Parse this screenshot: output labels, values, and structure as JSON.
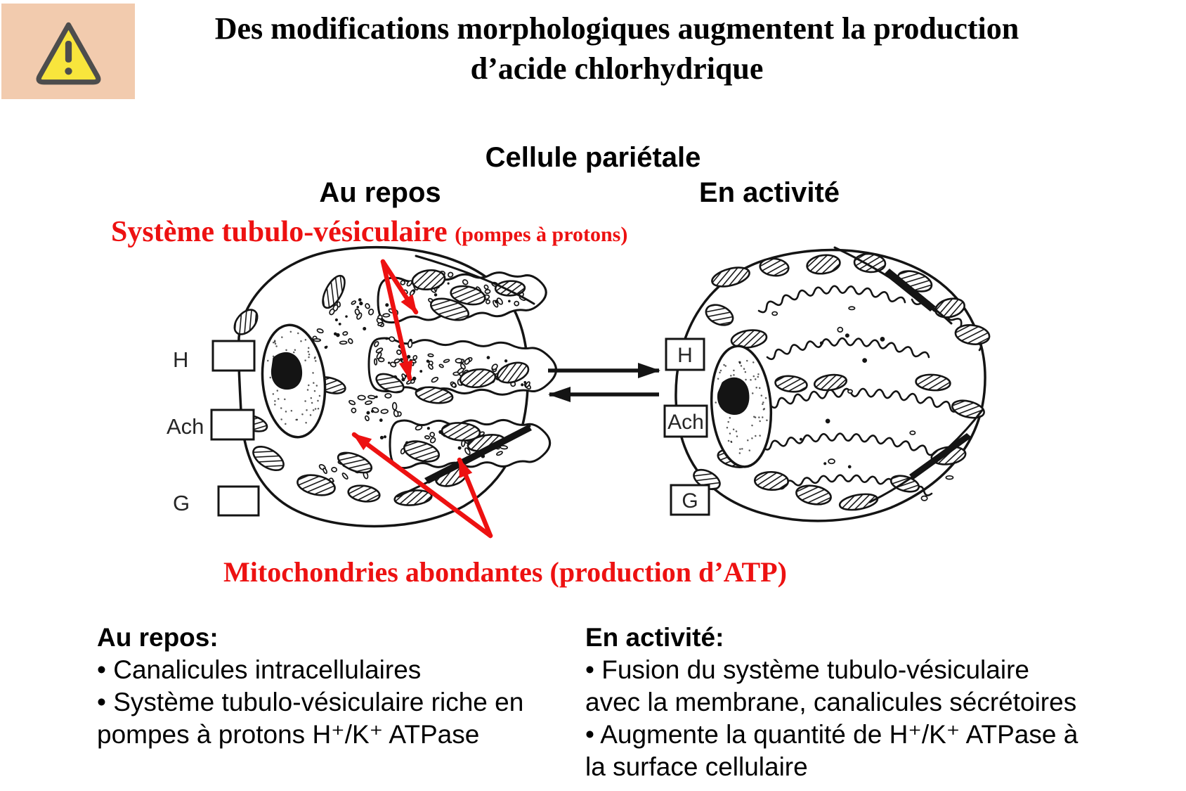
{
  "colors": {
    "accent_red": "#ed1111",
    "icon_bg": "#f2cbae",
    "icon_triangle": "#f8e53c",
    "icon_stroke": "#4d4d4d",
    "ink": "#000000"
  },
  "icon": {
    "name": "warning-triangle"
  },
  "title": {
    "line1": "Des modifications morphologiques augmentent la production",
    "line2": "d’acide chlorhydrique"
  },
  "figure": {
    "subtitle": "Cellule pariétale",
    "left_state": "Au repos",
    "right_state": "En activité",
    "tubulovesicular_label": "Système tubulo-vésiculaire",
    "tubulovesicular_sub": "(pompes à protons)",
    "mitochondria_label": "Mitochondries abondantes (production d’ATP)",
    "receptors": {
      "h": "H",
      "ach": "Ach",
      "g": "G"
    }
  },
  "notes": {
    "left": {
      "heading": "Au repos:",
      "lines": [
        "• Canalicules intracellulaires",
        "• Système tubulo-vésiculaire riche en",
        "pompes à protons H⁺/K⁺ ATPase"
      ]
    },
    "right": {
      "heading": "En activité:",
      "lines": [
        "• Fusion du système tubulo-vésiculaire",
        "avec la membrane, canalicules sécrétoires",
        "• Augmente la quantité de H⁺/K⁺ ATPase à",
        "la surface cellulaire"
      ]
    }
  }
}
